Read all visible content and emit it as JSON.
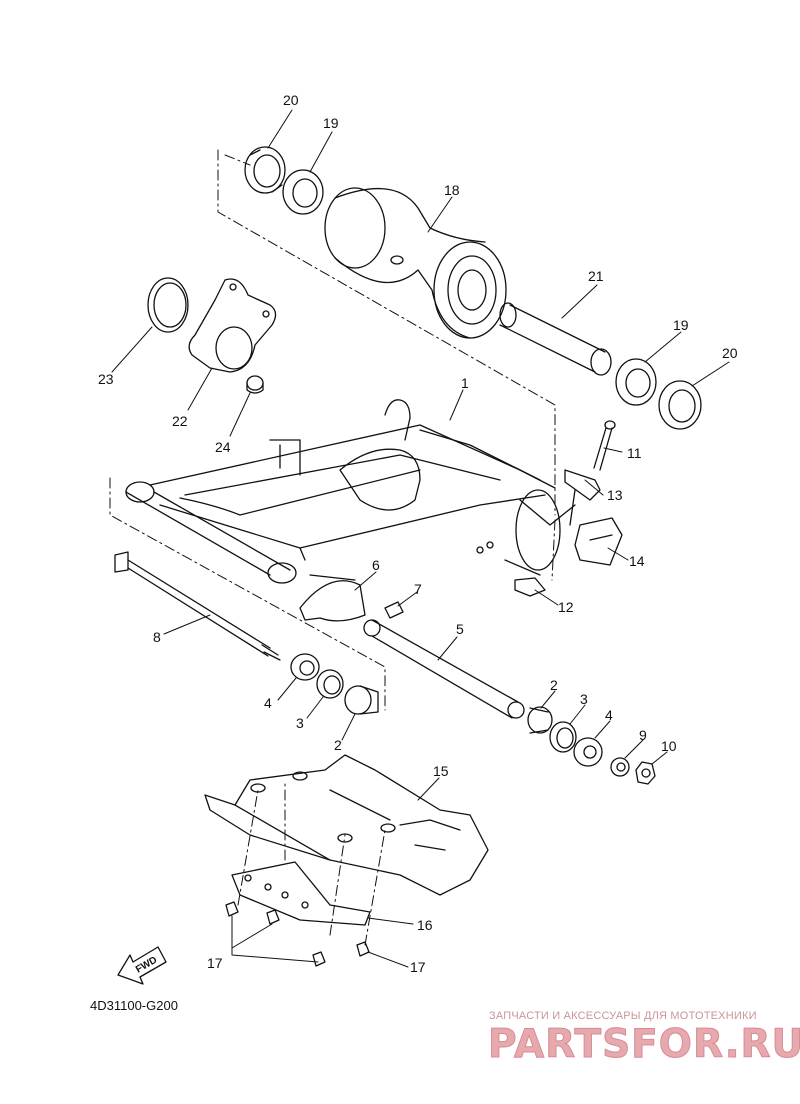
{
  "diagram": {
    "labels": [
      "1",
      "2",
      "2",
      "3",
      "3",
      "4",
      "4",
      "5",
      "6",
      "7",
      "8",
      "9",
      "10",
      "11",
      "12",
      "13",
      "14",
      "15",
      "16",
      "17",
      "17",
      "18",
      "19",
      "19",
      "20",
      "20",
      "21",
      "22",
      "23",
      "24"
    ],
    "fwd_badge": "FWD",
    "drawing_code": "4D31100-G200"
  },
  "watermark": {
    "caption": "ЗАПЧАСТИ И АКСЕССУАРЫ ДЛЯ МОТОТЕХНИКИ",
    "brand": "PARTSFOR.RU"
  },
  "colors": {
    "line": "#111111",
    "watermark": "#e6a9ae"
  }
}
